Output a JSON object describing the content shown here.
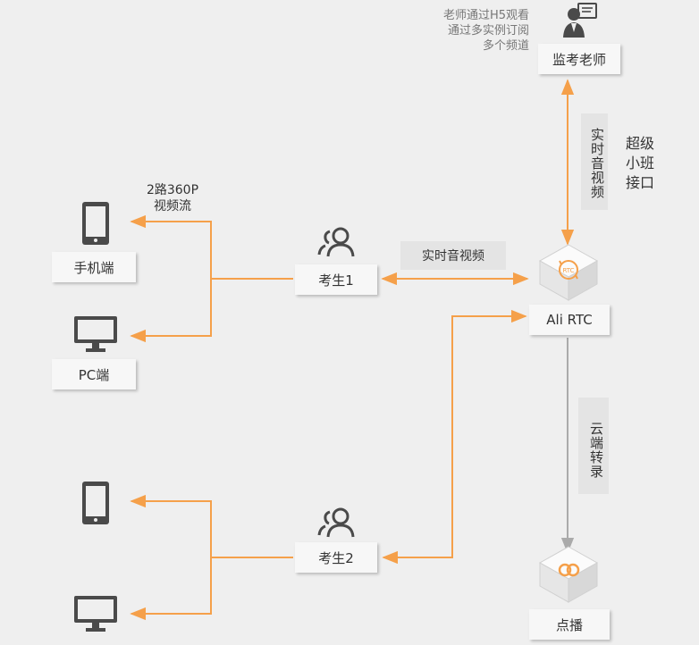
{
  "nodes": {
    "teacher": "监考老师",
    "phone1": "手机端",
    "pc1": "PC端",
    "student1": "考生1",
    "student2": "考生2",
    "alirtc": "Ali RTC",
    "vod": "点播"
  },
  "notes": {
    "teacher_note_line1": "老师通过H5观看",
    "teacher_note_line2": "通过多实例订阅",
    "teacher_note_line3": "多个频道",
    "stream_line1": "2路360P",
    "stream_line2": "视频流"
  },
  "edge_labels": {
    "rtc_av_vertical": "实时音视频",
    "super_class_api": "超级小班接口",
    "rtc_av_horizontal": "实时音视频",
    "cloud_transcode": "云端转录"
  },
  "icons": {
    "rtc_badge": "RTC",
    "teacher": "teacher-icon",
    "students": "users-icon",
    "phone": "phone-icon",
    "pc": "monitor-icon",
    "cube_rtc": "cube-rtc-icon",
    "cube_vod": "cube-vod-icon"
  },
  "colors": {
    "arrow_orange": "#f5a04a",
    "arrow_gray": "#aaaaaa",
    "icon_dark": "#4a4a4a",
    "background": "#efefef"
  }
}
